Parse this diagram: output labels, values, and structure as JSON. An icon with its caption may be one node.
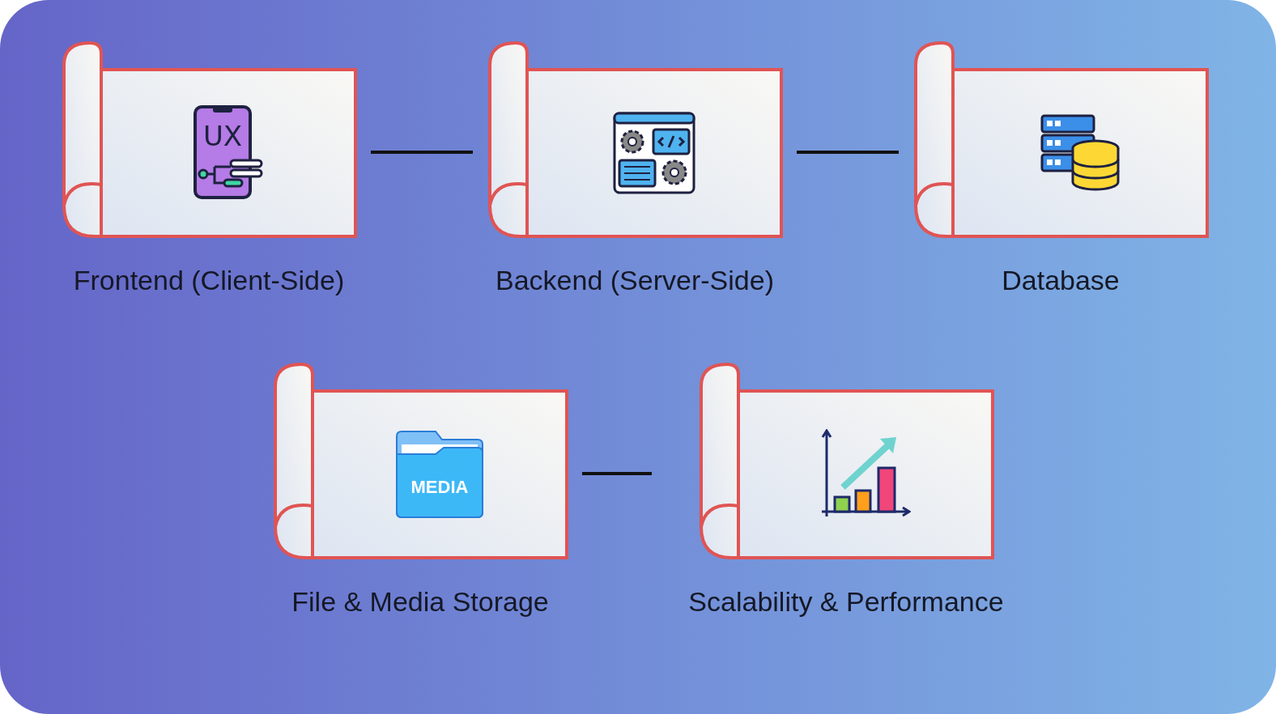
{
  "diagram": {
    "nodes": [
      {
        "text": [
          "Frontend (Client-Side)"
        ]
      },
      {
        "text": [
          "Backend (Server-Side)"
        ]
      },
      {
        "text": [
          "Database"
        ]
      },
      {
        "text": [
          "File & Media Storage"
        ]
      },
      {
        "text": [
          "Scalability & Performance"
        ]
      }
    ],
    "edges": [
      {
        "from": 0,
        "to": 1,
        "arrow": "none"
      },
      {
        "from": 1,
        "to": 2,
        "arrow": "none"
      },
      {
        "from": 3,
        "to": 4,
        "arrow": "none"
      }
    ],
    "labels": [
      "UX",
      "MEDIA"
    ]
  }
}
